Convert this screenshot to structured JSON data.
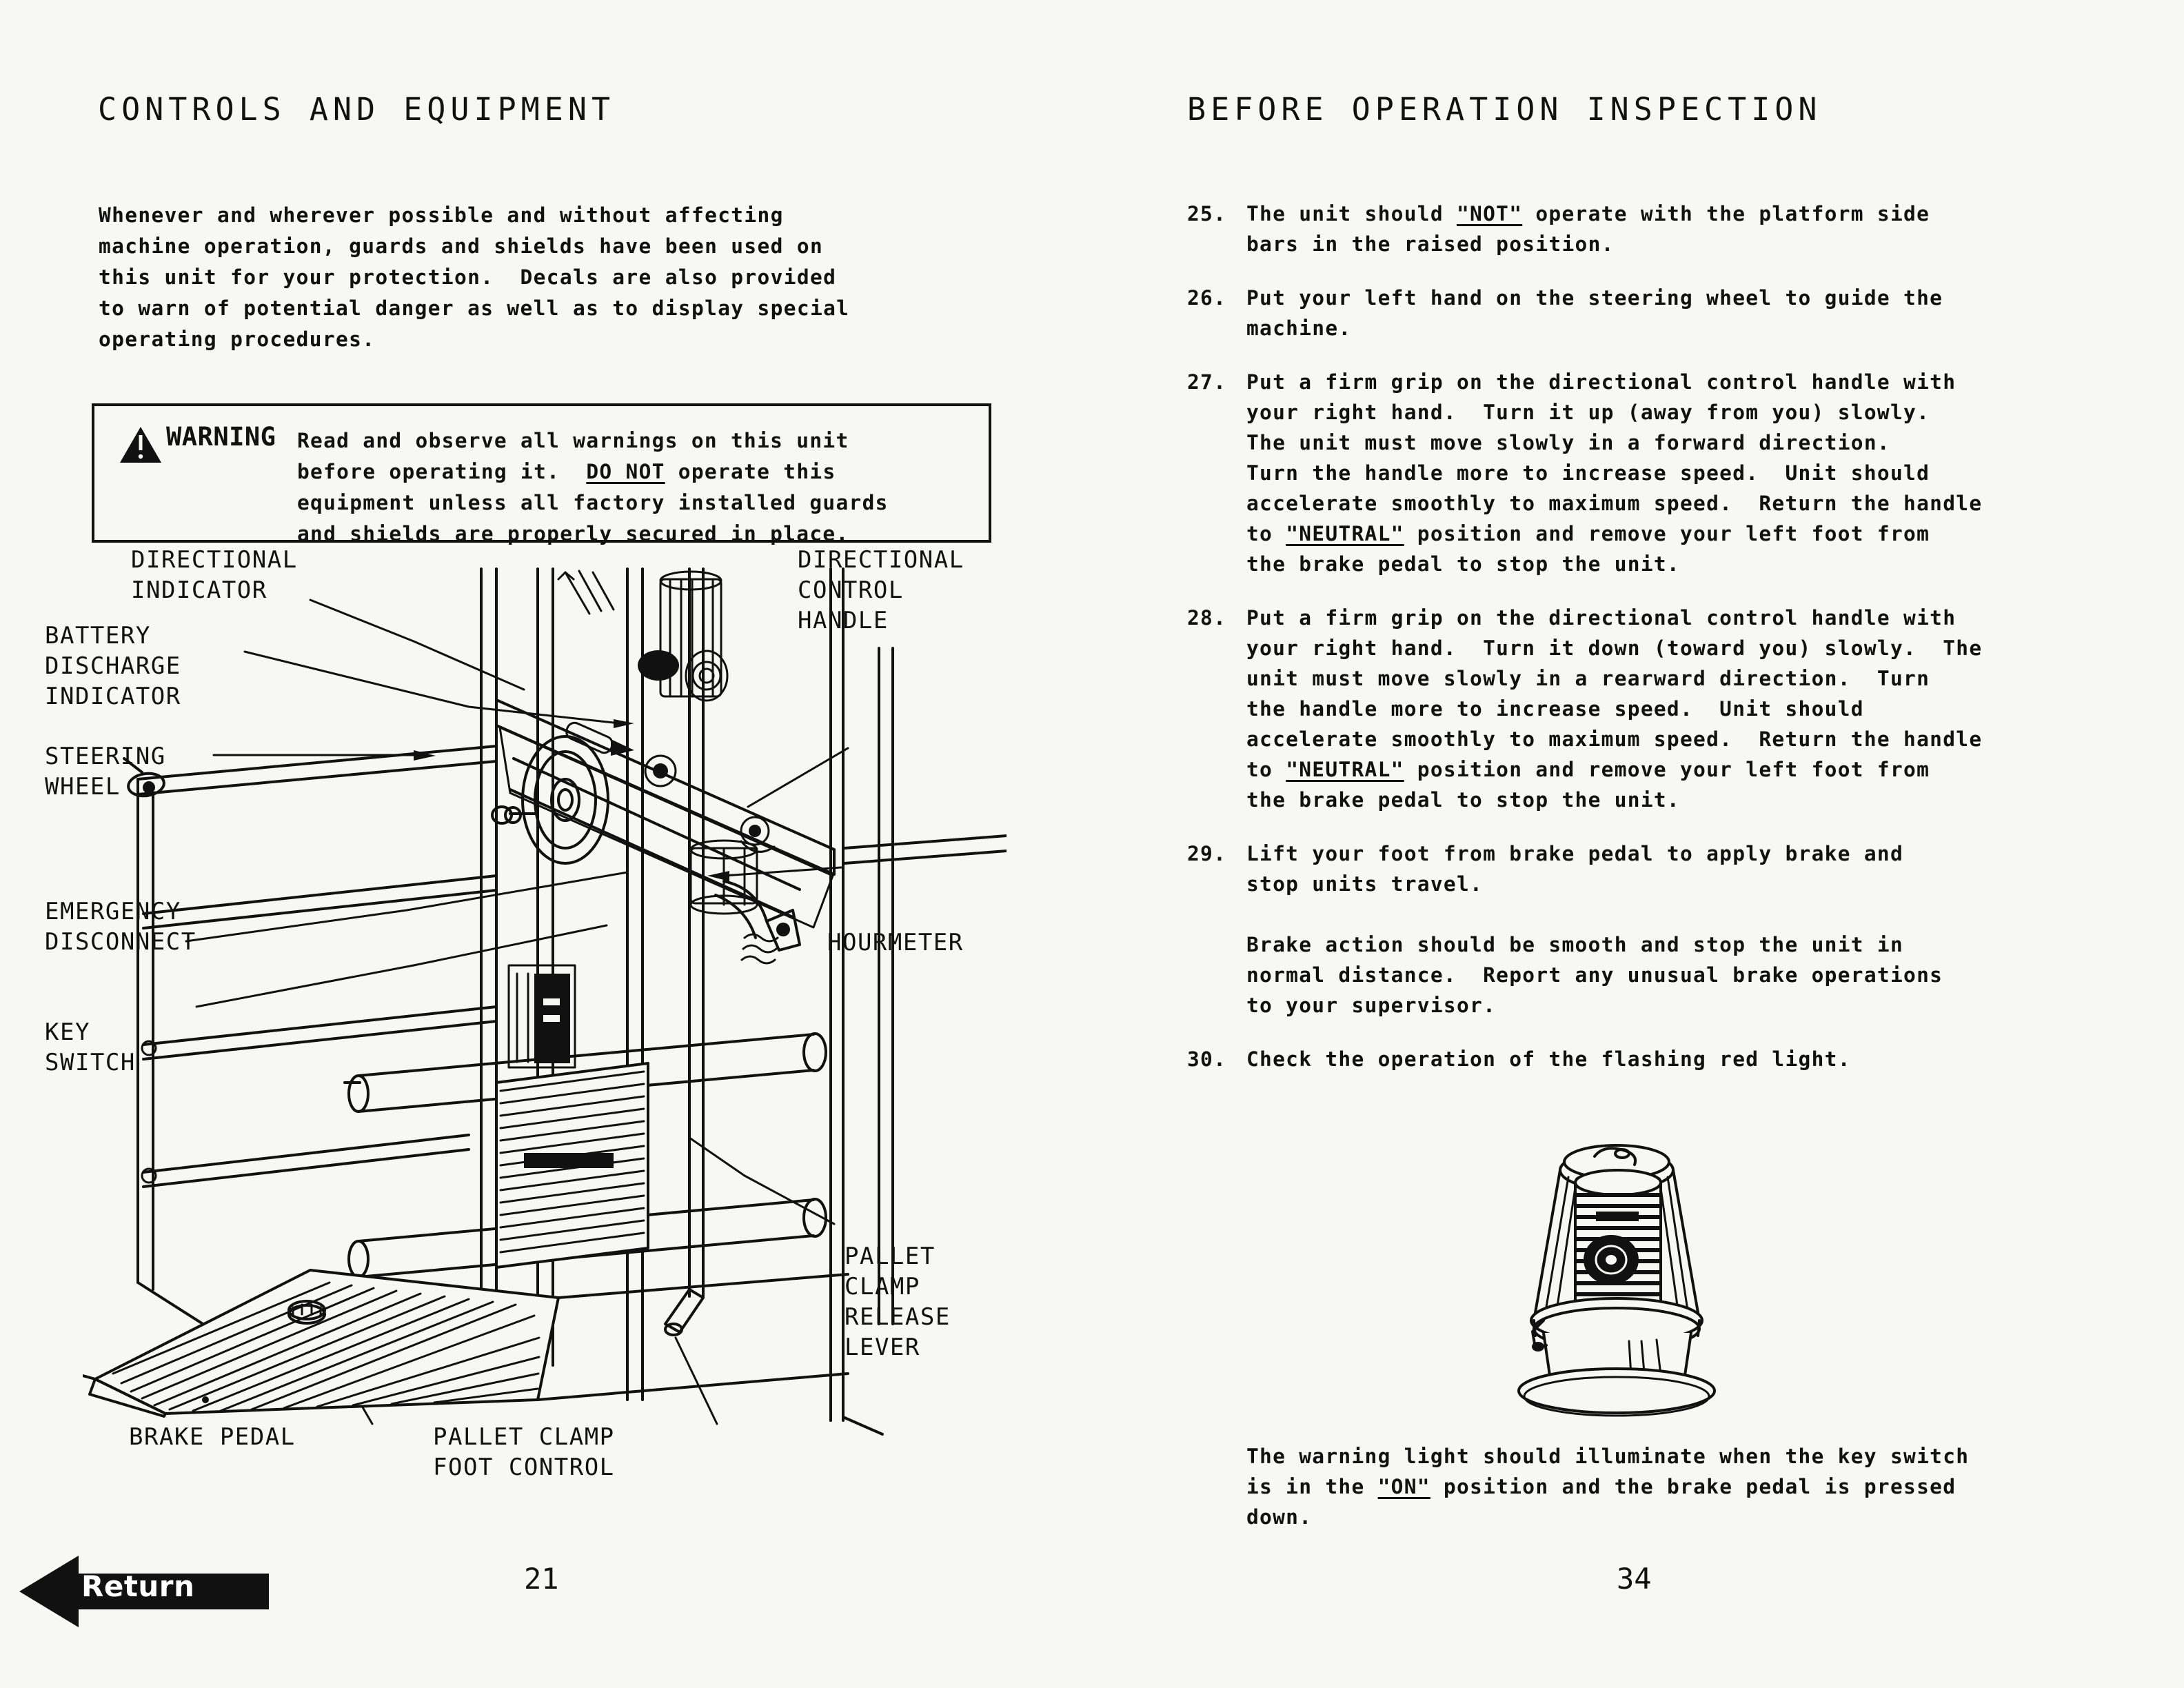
{
  "left_page": {
    "heading": "CONTROLS AND EQUIPMENT",
    "page_number": "21",
    "intro_lines": [
      "Whenever and wherever possible and without affecting",
      "machine operation, guards and shields have been used on",
      "this unit for your protection.  Decals are also provided",
      "to warn of potential danger as well as to display special",
      "operating procedures."
    ],
    "warning": {
      "icon": "warning-triangle-icon",
      "word": "WARNING",
      "lines": [
        "Read and observe all warnings on this unit",
        "before operating it.  DO NOT operate this",
        "equipment unless all factory installed guards",
        "and shields are properly secured in place."
      ],
      "underlined_phrase": "DO NOT"
    },
    "diagram": {
      "name": "order-picker-controls-illustration",
      "labels": [
        {
          "id": "directional-indicator",
          "text": "DIRECTIONAL\nINDICATOR"
        },
        {
          "id": "battery-discharge-indicator",
          "text": "BATTERY\nDISCHARGE\nINDICATOR"
        },
        {
          "id": "steering-wheel",
          "text": "STEERING\nWHEEL"
        },
        {
          "id": "emergency-disconnect",
          "text": "EMERGENCY\nDISCONNECT"
        },
        {
          "id": "key-switch",
          "text": "KEY\nSWITCH"
        },
        {
          "id": "directional-control-handle",
          "text": "DIRECTIONAL\nCONTROL\nHANDLE"
        },
        {
          "id": "hourmeter",
          "text": "HOURMETER"
        },
        {
          "id": "pallet-clamp-release-lever",
          "text": "PALLET\nCLAMP\nRELEASE\nLEVER"
        },
        {
          "id": "brake-pedal",
          "text": "BRAKE PEDAL"
        },
        {
          "id": "pallet-clamp-foot-control",
          "text": "PALLET CLAMP\nFOOT CONTROL"
        }
      ]
    }
  },
  "right_page": {
    "heading": "BEFORE OPERATION INSPECTION",
    "page_number": "34",
    "steps": [
      {
        "number": "25.",
        "lines": [
          "The unit should \"NOT\" operate with the platform side",
          "bars in the raised position."
        ],
        "underlined_phrase": "\"NOT\""
      },
      {
        "number": "26.",
        "lines": [
          "Put your left hand on the steering wheel to guide the",
          "machine."
        ],
        "underlined_phrase": ""
      },
      {
        "number": "27.",
        "lines": [
          "Put a firm grip on the directional control handle with",
          "your right hand.  Turn it up (away from you) slowly.",
          "The unit must move slowly in a forward direction.",
          "Turn the handle more to increase speed.  Unit should",
          "accelerate smoothly to maximum speed.  Return the handle",
          "to \"NEUTRAL\" position and remove your left foot from",
          "the brake pedal to stop the unit."
        ],
        "underlined_phrase": "\"NEUTRAL\""
      },
      {
        "number": "28.",
        "lines": [
          "Put a firm grip on the directional control handle with",
          "your right hand.  Turn it down (toward you) slowly.  The",
          "unit must move slowly in a rearward direction.  Turn",
          "the handle more to increase speed.  Unit should",
          "accelerate smoothly to maximum speed.  Return the handle",
          "to \"NEUTRAL\" position and remove your left foot from",
          "the brake pedal to stop the unit."
        ],
        "underlined_phrase": "\"NEUTRAL\""
      },
      {
        "number": "29.",
        "lines": [
          "Lift your foot from brake pedal to apply brake and",
          "stop units travel."
        ],
        "underlined_phrase": "",
        "sub_paragraph": [
          "Brake action should be smooth and stop the unit in",
          "normal distance.  Report any unusual brake operations",
          "to your supervisor."
        ]
      },
      {
        "number": "30.",
        "lines": [
          "Check the operation of the flashing red light."
        ],
        "underlined_phrase": ""
      }
    ],
    "beacon_figure": {
      "name": "flashing-red-light-illustration"
    },
    "beacon_caption": {
      "lines": [
        "The warning light should illuminate when the key switch",
        "is in the \"ON\" position and the brake pedal is pressed",
        "down."
      ],
      "underlined_phrase": "\"ON\""
    }
  },
  "navigation": {
    "return_label": "Return",
    "return_icon": "left-arrow-icon"
  },
  "colors": {
    "ink": "#111111",
    "paper": "#f7f7f5",
    "button_fill": "#111111",
    "button_text": "#ffffff"
  }
}
